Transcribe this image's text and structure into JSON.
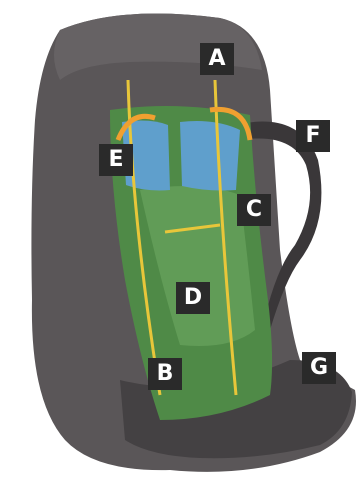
{
  "labels": {
    "a": "A",
    "b": "B",
    "c": "C",
    "d": "D",
    "e": "E",
    "f": "F",
    "g": "G"
  },
  "colors": {
    "pack_body": "#5a5658",
    "pack_shadow": "#3f3c3e",
    "back_panel": "#4f8a47",
    "mesh_highlight": "#6aa45e",
    "vent_blue": "#5f9fcc",
    "accent_yellow": "#e8c63a",
    "accent_orange": "#f0a030",
    "badge_bg": "#2a2a2a",
    "badge_text": "#ffffff"
  }
}
